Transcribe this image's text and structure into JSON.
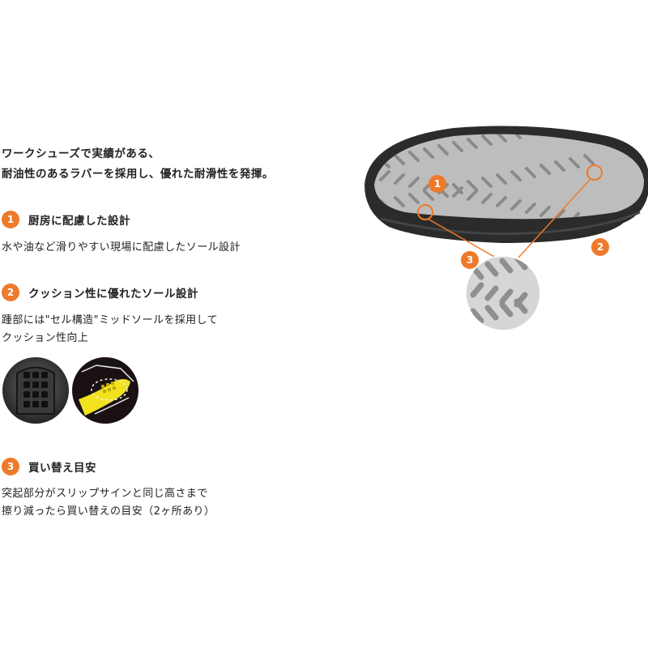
{
  "intro": {
    "line1": "ワークシューズで実績がある、",
    "line2": "耐油性のあるラバーを採用し、優れた耐滑性を発揮。"
  },
  "features": [
    {
      "number": "1",
      "title": "厨房に配慮した設計",
      "lines": [
        "水や油など滑りやすい現場に配慮したソール設計"
      ]
    },
    {
      "number": "2",
      "title": "クッション性に優れたソール設計",
      "lines": [
        "踵部には\"セル構造\"ミッドソールを採用して",
        "クッション性向上"
      ]
    },
    {
      "number": "3",
      "title": "買い替え目安",
      "lines": [
        "突起部分がスリップサインと同じ高さまで",
        "擦り減ったら買い替えの目安（2ヶ所あり）"
      ]
    }
  ],
  "diagram_labels": [
    "1",
    "2",
    "3"
  ],
  "colors": {
    "accent": "#ee7a2b",
    "text": "#222222",
    "sole": "#bdbdbd",
    "sole_rim": "#2e2e2e"
  }
}
